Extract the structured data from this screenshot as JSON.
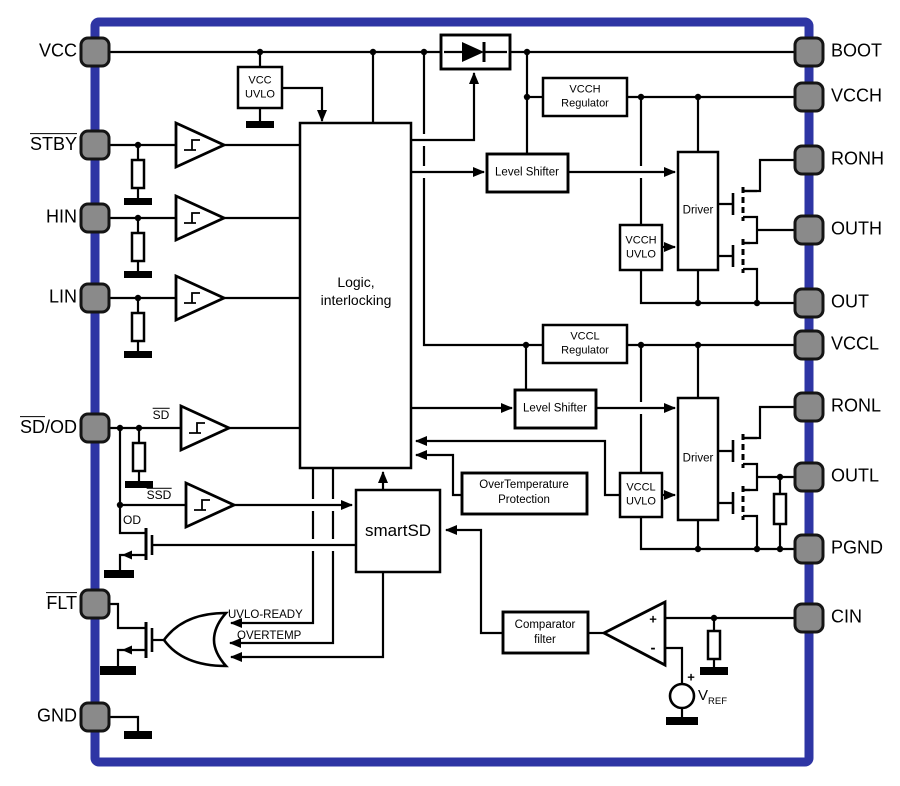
{
  "colors": {
    "border": "#2E35A4",
    "pin_fill": "#8A8A8A",
    "line": "#000000",
    "background": "#FFFFFF"
  },
  "pins": {
    "left": [
      {
        "id": "vcc",
        "label": "VCC"
      },
      {
        "id": "stby",
        "label": "STBY",
        "overline": true
      },
      {
        "id": "hin",
        "label": "HIN"
      },
      {
        "id": "lin",
        "label": "LIN"
      },
      {
        "id": "sd_od",
        "label_overline": "SD",
        "label_rest": "/OD"
      },
      {
        "id": "flt",
        "label": "FLT",
        "overline": true
      },
      {
        "id": "gnd",
        "label": "GND"
      }
    ],
    "right": [
      {
        "id": "boot",
        "label": "BOOT"
      },
      {
        "id": "vcch",
        "label": "VCCH"
      },
      {
        "id": "ronh",
        "label": "RONH"
      },
      {
        "id": "outh",
        "label": "OUTH"
      },
      {
        "id": "out",
        "label": "OUT"
      },
      {
        "id": "vccl",
        "label": "VCCL"
      },
      {
        "id": "ronl",
        "label": "RONL"
      },
      {
        "id": "outl",
        "label": "OUTL"
      },
      {
        "id": "pgnd",
        "label": "PGND"
      },
      {
        "id": "cin",
        "label": "CIN"
      }
    ]
  },
  "blocks": {
    "vcc_uvlo": {
      "line1": "VCC",
      "line2": "UVLO"
    },
    "logic": {
      "line1": "Logic,",
      "line2": "interlocking"
    },
    "vcch_regulator": {
      "line1": "VCCH",
      "line2": "Regulator"
    },
    "vccl_regulator": {
      "line1": "VCCL",
      "line2": "Regulator"
    },
    "level_shifter_high": {
      "label": "Level Shifter"
    },
    "level_shifter_low": {
      "label": "Level Shifter"
    },
    "driver_high": {
      "label": "Driver"
    },
    "driver_low": {
      "label": "Driver"
    },
    "vcch_uvlo": {
      "line1": "VCCH",
      "line2": "UVLO"
    },
    "vccl_uvlo": {
      "line1": "VCCL",
      "line2": "UVLO"
    },
    "overtemp_protection": {
      "line1": "OverTemperature",
      "line2": "Protection"
    },
    "smartsd": {
      "label": "smartSD"
    },
    "comparator_filter": {
      "line1": "Comparator",
      "line2": "filter"
    }
  },
  "signals": {
    "sd": "SD",
    "ssd": "SSD",
    "od": "OD",
    "uvlo_ready": "UVLO-READY",
    "overtemp": "OVERTEMP",
    "comp_plus": "+",
    "comp_minus": "-",
    "vref_plus": "+",
    "vref_v": "V",
    "vref_sub": "REF"
  }
}
